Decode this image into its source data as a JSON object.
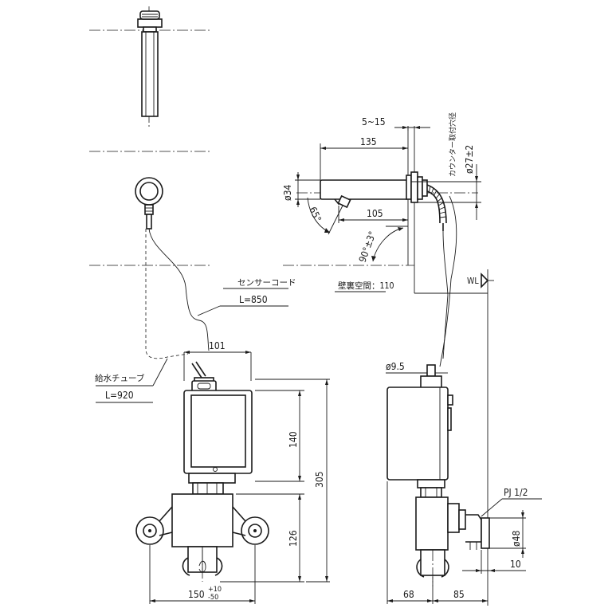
{
  "labels": {
    "sensor_cord": "センサーコード",
    "sensor_cord_length": "L=850",
    "supply_tube": "給水チューブ",
    "supply_tube_length": "L=920",
    "counter_hole": "カウンター取付穴径",
    "wall_space": "壁裏空間：110",
    "wl": "WL"
  },
  "dimensions": {
    "d_5_15": "5~15",
    "d_135": "135",
    "d_phi27": "ø27±2",
    "d_phi34": "ø34",
    "d_105": "105",
    "d_65deg": "65°",
    "d_90deg": "90°±3°",
    "d_101": "101",
    "d_140": "140",
    "d_305": "305",
    "d_126": "126",
    "d_150": "150",
    "d_150_tol_plus": "+10",
    "d_150_tol_minus": "-50",
    "d_phi9_5": "ø9.5",
    "d_pj": "PJ 1/2",
    "d_phi48": "ø48",
    "d_10": "10",
    "d_68": "68",
    "d_85": "85"
  }
}
